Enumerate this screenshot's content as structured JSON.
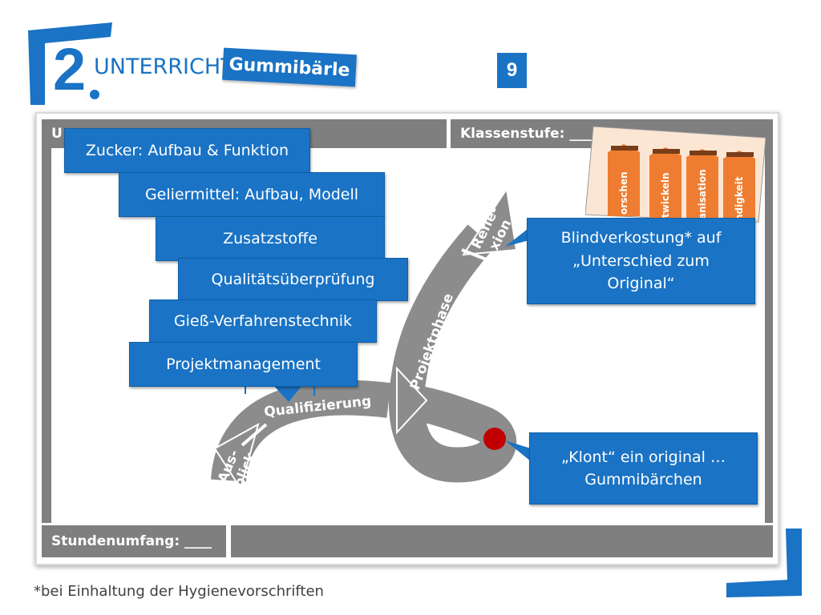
{
  "header": {
    "number": "2",
    "title": "UNTERRICHT",
    "tag": "Gummibärle",
    "page_number": "9"
  },
  "frame": {
    "top_left_label": "U",
    "class_label": "Klassenstufe: ____",
    "hours_label": "Stundenumfang: ____"
  },
  "topics": [
    "Zucker: Aufbau & Funktion",
    "Geliermittel: Aufbau, Modell",
    "Zusatzstoffe",
    "Qualitätsüberprüfung",
    "Gieß-Verfahrenstechnik",
    "Projektmanagement"
  ],
  "path_labels": {
    "outlook": [
      "Aus-",
      "blick"
    ],
    "qualification": "Qualifizierung",
    "project_phase": "Projektphase",
    "reflection": [
      "Refle-",
      "xion"
    ]
  },
  "callouts": {
    "blind_tasting": [
      "Blindverkostung* auf",
      "„Unterschied zum",
      "Original“"
    ],
    "clone": [
      "„Klont“ ein original …",
      "Gummibärchen"
    ]
  },
  "card_columns": [
    "orschen",
    "twickeln",
    "anisation",
    "ndigkeit"
  ],
  "footnote": "*bei Einhaltung der Hygienevorschriften",
  "colors": {
    "brand_blue": "#1a73c4",
    "frame_gray": "#7f7f7f",
    "path_gray": "#8c8c8c",
    "orange": "#ef7d31",
    "marker_red": "#c00000"
  }
}
